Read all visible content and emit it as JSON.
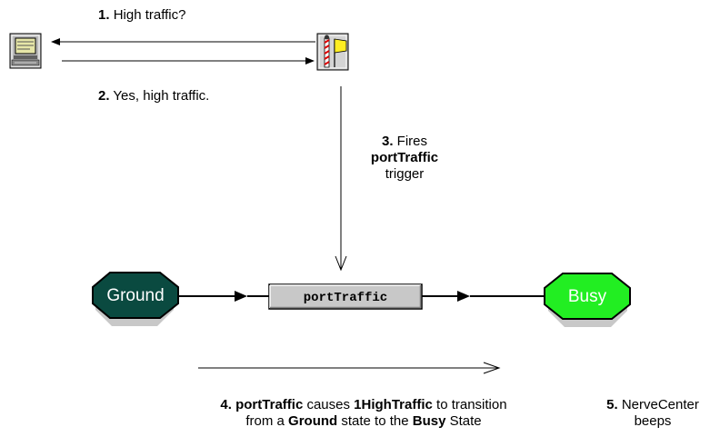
{
  "steps": {
    "s1": {
      "num": "1.",
      "text": "High traffic?"
    },
    "s2": {
      "num": "2.",
      "text": "Yes, high traffic."
    },
    "s3": {
      "num": "3.",
      "text": "Fires",
      "bold": "portTraffic",
      "tail": "trigger"
    },
    "s4": {
      "num": "4.",
      "trigger": "portTraffic",
      "t1": "causes",
      "node": "1HighTraffic",
      "t2": "to transition",
      "t3": "from a",
      "from": "Ground",
      "t4": "state to the",
      "to": "Busy",
      "t5": "State"
    },
    "s5": {
      "num": "5.",
      "text": "NerveCenter",
      "tail": "beeps"
    }
  },
  "states": {
    "ground": {
      "label": "Ground",
      "color": "#0a4a40"
    },
    "busy": {
      "label": "Busy",
      "color": "#22ee22"
    }
  },
  "trigger_box": {
    "label": "portTraffic",
    "fill": "#c8c8c8"
  },
  "icons": {
    "left": "computer-icon",
    "right": "nervecenter-flag-icon"
  }
}
